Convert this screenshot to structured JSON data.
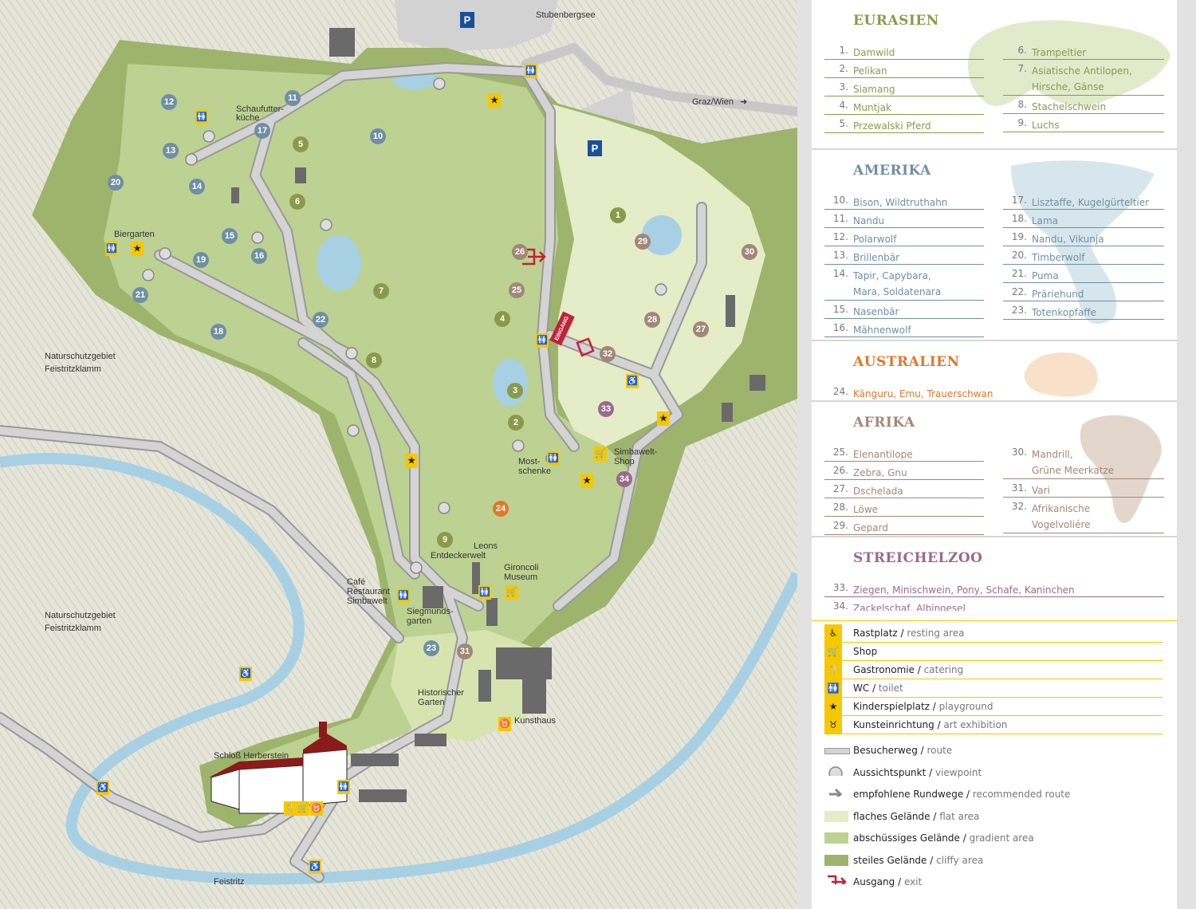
{
  "map": {
    "place_labels": {
      "stubenbergsee": "Stubenbergsee",
      "graz_wien": "Graz/Wien",
      "schaufutter": [
        "Schaufutter-",
        "küche"
      ],
      "biergarten": "Biergarten",
      "naturschutz1": [
        "Naturschutzgebiet",
        "Feistritzklamm"
      ],
      "naturschutz2": [
        "Naturschutzgebiet",
        "Feistritzklamm"
      ],
      "mostschenke": [
        "Most-",
        "schenke"
      ],
      "simbawelt_shop": [
        "Simbawelt-",
        "Shop"
      ],
      "leons": [
        "Leons",
        "Entdeckerwelt"
      ],
      "gironcoli": [
        "Gironcoli",
        "Museum"
      ],
      "cafe": [
        "Café",
        "Restaurant",
        "Simbawelt"
      ],
      "siegmunds": [
        "Siegmunds-",
        "garten"
      ],
      "historischer": [
        "Historischer",
        "Garten"
      ],
      "kunsthaus": "Kunsthaus",
      "schloss": "Schloß Herberstein",
      "feistritz": "Feistritz",
      "eingang": "EINGANG",
      "parking": "P"
    },
    "markers": [
      {
        "n": "1",
        "group": "eurasien"
      },
      {
        "n": "2",
        "group": "eurasien"
      },
      {
        "n": "3",
        "group": "eurasien"
      },
      {
        "n": "4",
        "group": "eurasien"
      },
      {
        "n": "5",
        "group": "eurasien"
      },
      {
        "n": "6",
        "group": "eurasien"
      },
      {
        "n": "7",
        "group": "eurasien"
      },
      {
        "n": "8",
        "group": "eurasien"
      },
      {
        "n": "9",
        "group": "eurasien"
      },
      {
        "n": "10",
        "group": "amerika"
      },
      {
        "n": "11",
        "group": "amerika"
      },
      {
        "n": "12",
        "group": "amerika"
      },
      {
        "n": "13",
        "group": "amerika"
      },
      {
        "n": "14",
        "group": "amerika"
      },
      {
        "n": "15",
        "group": "amerika"
      },
      {
        "n": "16",
        "group": "amerika"
      },
      {
        "n": "17",
        "group": "amerika"
      },
      {
        "n": "18",
        "group": "amerika"
      },
      {
        "n": "19",
        "group": "amerika"
      },
      {
        "n": "20",
        "group": "amerika"
      },
      {
        "n": "21",
        "group": "amerika"
      },
      {
        "n": "22",
        "group": "amerika"
      },
      {
        "n": "23",
        "group": "amerika"
      },
      {
        "n": "24",
        "group": "australien"
      },
      {
        "n": "25",
        "group": "afrika"
      },
      {
        "n": "26",
        "group": "afrika"
      },
      {
        "n": "27",
        "group": "afrika"
      },
      {
        "n": "28",
        "group": "afrika"
      },
      {
        "n": "29",
        "group": "afrika"
      },
      {
        "n": "30",
        "group": "afrika"
      },
      {
        "n": "31",
        "group": "afrika"
      },
      {
        "n": "32",
        "group": "afrika"
      },
      {
        "n": "33",
        "group": "streichelzoo"
      },
      {
        "n": "34",
        "group": "streichelzoo"
      }
    ]
  },
  "colors": {
    "eurasien": "#8a9a4a",
    "amerika": "#6f8fa3",
    "australien": "#e0782a",
    "afrika": "#a08878",
    "streichelzoo": "#9a6a8c",
    "icon": "#f5c800",
    "route": "#cccccc",
    "flat": "#e4ecc8",
    "gradient": "#bdd292",
    "cliffy": "#9eb46c",
    "exit": "#c0223a",
    "river": "#a8d0e4"
  },
  "legend": {
    "eurasien": {
      "title": "EURASIEN",
      "left": [
        {
          "n": "1.",
          "t": [
            "Damwild"
          ]
        },
        {
          "n": "2.",
          "t": [
            "Pelikan"
          ]
        },
        {
          "n": "3.",
          "t": [
            "Siamang"
          ]
        },
        {
          "n": "4.",
          "t": [
            "Muntjak"
          ]
        },
        {
          "n": "5.",
          "t": [
            "Przewalski Pferd"
          ]
        }
      ],
      "right": [
        {
          "n": "6.",
          "t": [
            "Trampeltier"
          ]
        },
        {
          "n": "7.",
          "t": [
            "Asiatische Antilopen,",
            "Hirsche, Gänse"
          ]
        },
        {
          "n": "8.",
          "t": [
            "Stachelschwein"
          ]
        },
        {
          "n": "9.",
          "t": [
            "Luchs"
          ]
        }
      ]
    },
    "amerika": {
      "title": "AMERIKA",
      "left": [
        {
          "n": "10.",
          "t": [
            "Bison, Wildtruthahn"
          ]
        },
        {
          "n": "11.",
          "t": [
            "Nandu"
          ]
        },
        {
          "n": "12.",
          "t": [
            "Polarwolf"
          ]
        },
        {
          "n": "13.",
          "t": [
            "Brillenbär"
          ]
        },
        {
          "n": "14.",
          "t": [
            "Tapir, Capybara,",
            "Mara, Soldatenara"
          ]
        },
        {
          "n": "15.",
          "t": [
            "Nasenbär"
          ]
        },
        {
          "n": "16.",
          "t": [
            "Mähnenwolf"
          ]
        }
      ],
      "right": [
        {
          "n": "17.",
          "t": [
            "Lisztaffe, Kugelgürteltier"
          ]
        },
        {
          "n": "18.",
          "t": [
            "Lama"
          ]
        },
        {
          "n": "19.",
          "t": [
            "Nandu, Vikunja"
          ]
        },
        {
          "n": "20.",
          "t": [
            "Timberwolf"
          ]
        },
        {
          "n": "21.",
          "t": [
            "Puma"
          ]
        },
        {
          "n": "22.",
          "t": [
            "Präriehund"
          ]
        },
        {
          "n": "23.",
          "t": [
            "Totenkopfaffe"
          ]
        }
      ]
    },
    "australien": {
      "title": "AUSTRALIEN",
      "left": [
        {
          "n": "24.",
          "t": [
            "Känguru, Emu, Trauerschwan"
          ]
        }
      ]
    },
    "afrika": {
      "title": "AFRIKA",
      "left": [
        {
          "n": "25.",
          "t": [
            "Elenantilope"
          ]
        },
        {
          "n": "26.",
          "t": [
            "Zebra, Gnu"
          ]
        },
        {
          "n": "27.",
          "t": [
            "Dschelada"
          ]
        },
        {
          "n": "28.",
          "t": [
            "Löwe"
          ]
        },
        {
          "n": "29.",
          "t": [
            "Gepard"
          ]
        }
      ],
      "right": [
        {
          "n": "30.",
          "t": [
            "Mandrill,",
            "Grüne Meerkatze"
          ]
        },
        {
          "n": "31.",
          "t": [
            "Vari"
          ]
        },
        {
          "n": "32.",
          "t": [
            "Afrikanische",
            "Vogelvoliére"
          ]
        }
      ]
    },
    "streichelzoo": {
      "title": "STREICHELZOO",
      "left": [
        {
          "n": "33.",
          "t": [
            "Ziegen, Minischwein, Pony, Schafe, Kaninchen"
          ]
        },
        {
          "n": "34.",
          "t": [
            "Zackelschaf, Albinoesel"
          ]
        }
      ]
    },
    "icons": [
      {
        "icon": "bench-icon",
        "glyph": "♿",
        "de": "Rastplatz",
        "en": "resting area"
      },
      {
        "icon": "shop-icon",
        "glyph": "🛒",
        "de": "Shop",
        "en": ""
      },
      {
        "icon": "catering-icon",
        "glyph": "🍴",
        "de": "Gastronomie",
        "en": "catering"
      },
      {
        "icon": "toilet-icon",
        "glyph": "🚻",
        "de": "WC",
        "en": "toilet"
      },
      {
        "icon": "playground-icon",
        "glyph": "★",
        "de": "Kinderspielplatz",
        "en": "playground"
      },
      {
        "icon": "art-icon",
        "glyph": "♉",
        "de": "Kunsteinrichtung",
        "en": "art exhibition"
      }
    ],
    "keys": [
      {
        "name": "route",
        "de": "Besucherweg",
        "en": "route"
      },
      {
        "name": "viewpoint",
        "de": "Aussichtspunkt",
        "en": "viewpoint"
      },
      {
        "name": "recommended",
        "de": "empfohlene Rundwege",
        "en": "recommended route"
      },
      {
        "name": "flat",
        "de": "flaches Gelände",
        "en": "flat area"
      },
      {
        "name": "gradient",
        "de": "abschüssiges Gelände",
        "en": "gradient area"
      },
      {
        "name": "cliffy",
        "de": "steiles Gelände",
        "en": "cliffy area"
      },
      {
        "name": "exit",
        "de": "Ausgang",
        "en": "exit"
      }
    ]
  }
}
